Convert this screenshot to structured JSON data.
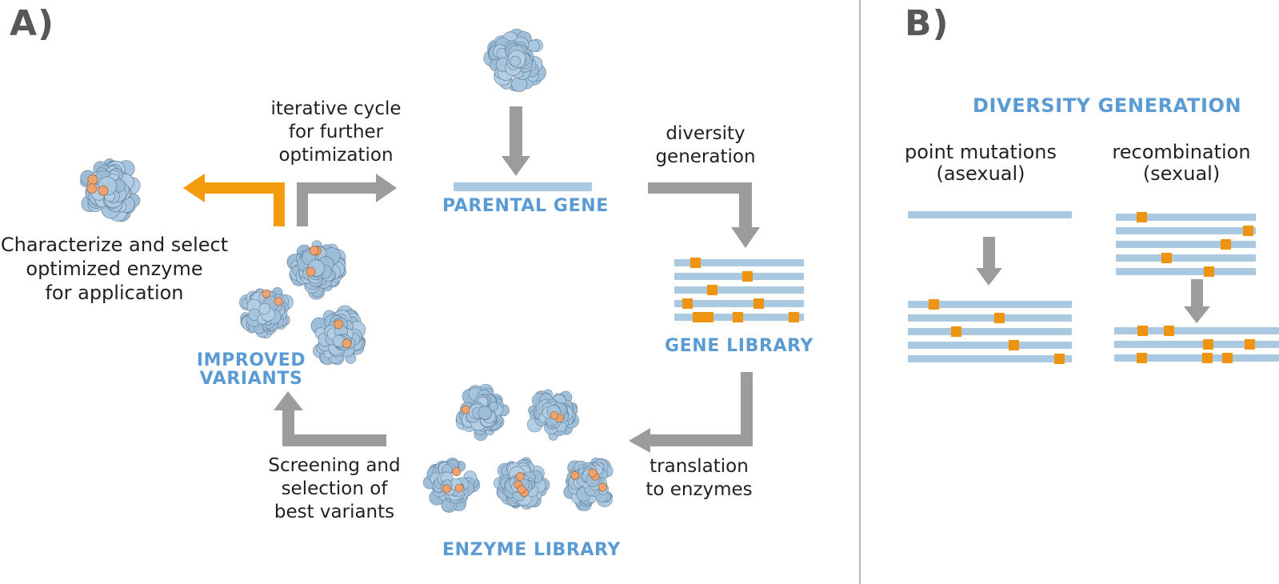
{
  "colors": {
    "label_blue": "#5b9bd5",
    "strand_blue": "#aac8e0",
    "mark_orange": "#ef9410",
    "arrow_gray": "#9c9c9c",
    "arrow_orange": "#f49a0d",
    "heading_gray": "#57585a",
    "text_dark": "#231f20",
    "divider_gray": "#b5b5b5",
    "enzyme_blue": "#a6c4dd",
    "enzyme_spot_orange": "#eda26f"
  },
  "panel_a": {
    "label": "A)",
    "iterative_cycle": [
      "iterative cycle",
      "for further",
      "optimization"
    ],
    "characterize": [
      "Characterize and select",
      "optimized enzyme",
      "for application"
    ],
    "parental_gene_label": "PARENTAL GENE",
    "diversity_generation": [
      "diversity",
      "generation"
    ],
    "gene_library_label": "GENE LIBRARY",
    "translation": [
      "translation",
      "to enzymes"
    ],
    "enzyme_library_label": "ENZYME LIBRARY",
    "screening": [
      "Screening and",
      "selection of",
      "best variants"
    ],
    "improved_variants": [
      "IMPROVED",
      "VARIANTS"
    ],
    "gene_library_strands": [
      [
        0.16
      ],
      [
        0.56
      ],
      [
        0.29
      ],
      [
        0.1,
        0.65
      ],
      [
        0.18,
        0.26,
        0.49,
        0.92
      ]
    ]
  },
  "panel_b": {
    "label": "B)",
    "title": "DIVERSITY GENERATION",
    "point_mutations_label": [
      "point mutations",
      "(asexual)"
    ],
    "recombination_label": [
      "recombination",
      "(sexual)"
    ],
    "point_mutations": {
      "input_strands": [
        []
      ],
      "output_strands": [
        [
          0.155
        ],
        [
          0.555
        ],
        [
          0.295
        ],
        [
          0.645
        ],
        [
          0.92
        ]
      ]
    },
    "recombination": {
      "input_strands": [
        [
          0.18
        ],
        [
          0.94
        ],
        [
          0.78
        ],
        [
          0.36
        ],
        [
          0.66
        ]
      ],
      "output_strands": [
        [
          0.17,
          0.33
        ],
        [
          0.57,
          0.82
        ],
        [
          0.165,
          0.565,
          0.685
        ]
      ]
    }
  }
}
